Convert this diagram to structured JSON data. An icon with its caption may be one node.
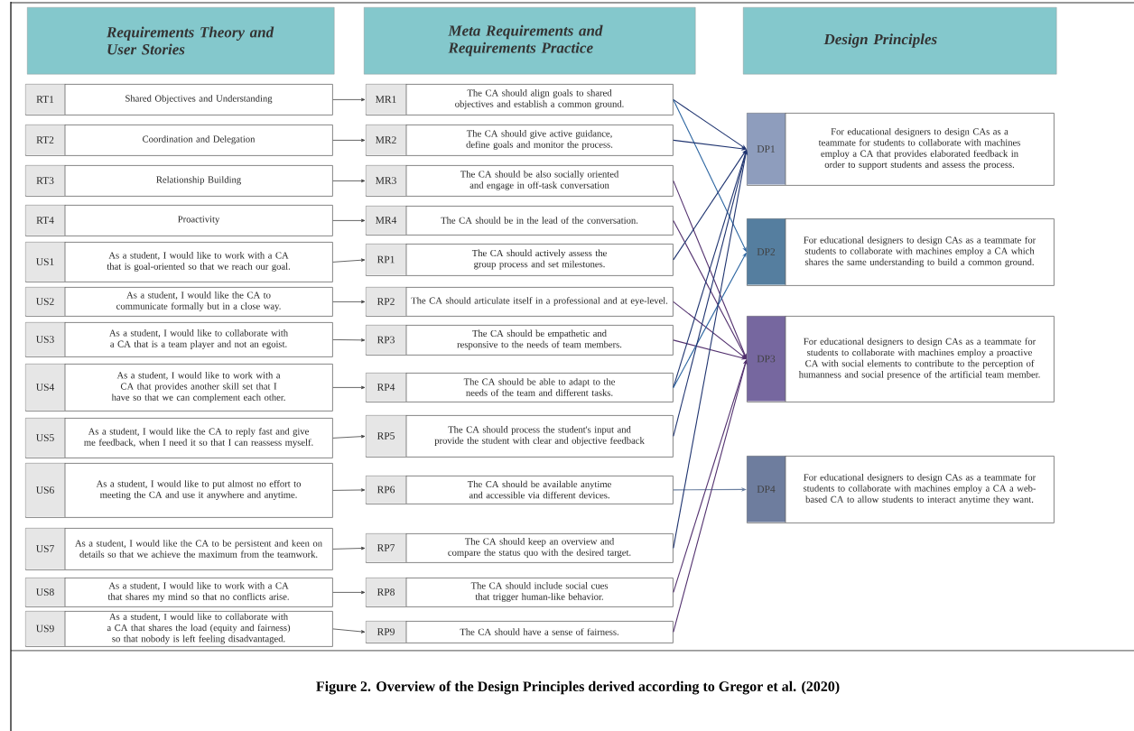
{
  "diagram": {
    "caption": "Figure 2.  Overview of the Design Principles derived according to Gregor et al. (2020)",
    "nodes": [
      {
        "text": [
          "Requirements Theory and User Stories"
        ]
      },
      {
        "text": [
          "Meta Requirements  and Requirements Practice"
        ]
      },
      {
        "text": [
          "Design Principles"
        ]
      },
      {
        "text": [
          "RT1",
          "Shared Objectives and Understanding"
        ]
      },
      {
        "text": [
          "RT2",
          "Coordination and Delegation"
        ]
      },
      {
        "text": [
          "RT3",
          "Relationship Building"
        ]
      },
      {
        "text": [
          "RT4",
          "Proactivity"
        ]
      },
      {
        "text": [
          "US1",
          "As a student, I would like to work with a CA that is goal-oriented so that we reach our goal."
        ]
      },
      {
        "text": [
          "US2",
          "As a student, I would like the CA to communicate formally but in a close way."
        ]
      },
      {
        "text": [
          "US3",
          "As a student, I would like to collaborate with a CA that is a team player and not an egoist."
        ]
      },
      {
        "text": [
          "US4",
          "As a student, I would like to work with a CA that provides another skill set that I have so that we can complement each other."
        ]
      },
      {
        "text": [
          "US5",
          "As a student, I would like the CA to reply fast and give me feedback, when I need it so that I can reassess myself."
        ]
      },
      {
        "text": [
          "US6",
          "As a student, I would like to put almost no effort to meeting the CA and use it anywhere and anytime."
        ]
      },
      {
        "text": [
          "US7",
          "As a student, I would like the CA to be persistent and keen on details so that we achieve the maximum from the teamwork."
        ]
      },
      {
        "text": [
          "US8",
          "As a student, I would like to work with a CA that shares my mind so that no conflicts arise."
        ]
      },
      {
        "text": [
          "US9",
          "As a student, I would like to collaborate with a CA that shares the load (equity and fairness) so that nobody is left feeling disadvantaged."
        ]
      },
      {
        "text": [
          "MR1",
          "The CA should align goals to shared objectives and establish a common ground."
        ]
      },
      {
        "text": [
          "MR2",
          "The CA should give active guidance, define goals and monitor the process."
        ]
      },
      {
        "text": [
          "MR3",
          "The CA should be also socially oriented and engage in off-task conversation"
        ]
      },
      {
        "text": [
          "MR4",
          "The CA should be in the lead of the conversation."
        ]
      },
      {
        "text": [
          "RP1",
          "The CA should actively assess the group process and set milestones."
        ]
      },
      {
        "text": [
          "RP2",
          "The CA should articulate itself in a professional and at eye-level."
        ]
      },
      {
        "text": [
          "RP3",
          "The CA should be empathetic and responsive to the needs of team members."
        ]
      },
      {
        "text": [
          "RP4",
          "The CA should be able to adapt to the needs of the team and different tasks."
        ]
      },
      {
        "text": [
          "RP5",
          "The CA should process the student's input and provide the student with clear and objective feedback"
        ]
      },
      {
        "text": [
          "RP6",
          "The CA should be available anytime and accessible via different devices."
        ]
      },
      {
        "text": [
          "RP7",
          "The CA should keep an overview and compare the status quo with the desired target."
        ]
      },
      {
        "text": [
          "RP8",
          "The CA should include social cues that trigger human-like behavior."
        ]
      },
      {
        "text": [
          "RP9",
          "The CA should have a sense of fairness."
        ]
      },
      {
        "text": [
          "DP1",
          "For educational designers to design CAs as a teammate for students to collaborate with machines employ a CA that provides elaborated feedback in order to support students and assess the process."
        ]
      },
      {
        "text": [
          "DP2",
          "For educational designers to design CAs as a teammate for students to collaborate with machines employ a CA which shares the same understanding to build a common ground."
        ]
      },
      {
        "text": [
          "DP3",
          "For educational designers to design CAs as a teammate for students to collaborate with machines employ a proactive CA with social elements to contribute to the perception of humanness and social presence of the artificial team member."
        ]
      },
      {
        "text": [
          "DP4",
          "For educational designers to design CAs as a teammate for students to collaborate with machines employ a CA a web-based CA to allow students to interact anytime they want."
        ]
      }
    ],
    "edges": [
      {
        "from": 3,
        "to": 16,
        "arrow": "to"
      },
      {
        "from": 4,
        "to": 17,
        "arrow": "to"
      },
      {
        "from": 5,
        "to": 18,
        "arrow": "to"
      },
      {
        "from": 6,
        "to": 19,
        "arrow": "to"
      },
      {
        "from": 7,
        "to": 20,
        "arrow": "to"
      },
      {
        "from": 8,
        "to": 21,
        "arrow": "to"
      },
      {
        "from": 9,
        "to": 22,
        "arrow": "to"
      },
      {
        "from": 10,
        "to": 23,
        "arrow": "to"
      },
      {
        "from": 11,
        "to": 24,
        "arrow": "to"
      },
      {
        "from": 12,
        "to": 25,
        "arrow": "to"
      },
      {
        "from": 13,
        "to": 26,
        "arrow": "to"
      },
      {
        "from": 14,
        "to": 27,
        "arrow": "to"
      },
      {
        "from": 15,
        "to": 28,
        "arrow": "to"
      },
      {
        "from": 16,
        "to": 29,
        "arrow": "to",
        "color": "#1f3470"
      },
      {
        "from": 16,
        "to": 30,
        "arrow": "to",
        "color": "#2a64a0"
      },
      {
        "from": 17,
        "to": 29,
        "arrow": "to",
        "color": "#1f3470"
      },
      {
        "from": 18,
        "to": 31,
        "arrow": "to",
        "color": "#52306e"
      },
      {
        "from": 19,
        "to": 31,
        "arrow": "to",
        "color": "#52306e"
      },
      {
        "from": 20,
        "to": 29,
        "arrow": "to",
        "color": "#1f3470"
      },
      {
        "from": 21,
        "to": 31,
        "arrow": "to",
        "color": "#52306e"
      },
      {
        "from": 22,
        "to": 31,
        "arrow": "to",
        "color": "#52306e"
      },
      {
        "from": 23,
        "to": 29,
        "arrow": "to",
        "color": "#1f3470"
      },
      {
        "from": 23,
        "to": 30,
        "arrow": "to",
        "color": "#2a64a0"
      },
      {
        "from": 24,
        "to": 29,
        "arrow": "to",
        "color": "#1f3470"
      },
      {
        "from": 25,
        "to": 32,
        "arrow": "to",
        "color": "#6a7fa0"
      },
      {
        "from": 26,
        "to": 29,
        "arrow": "to",
        "color": "#1f3470"
      },
      {
        "from": 27,
        "to": 31,
        "arrow": "to",
        "color": "#52306e"
      },
      {
        "from": 28,
        "to": 31,
        "arrow": "to",
        "color": "#52306e"
      }
    ]
  }
}
